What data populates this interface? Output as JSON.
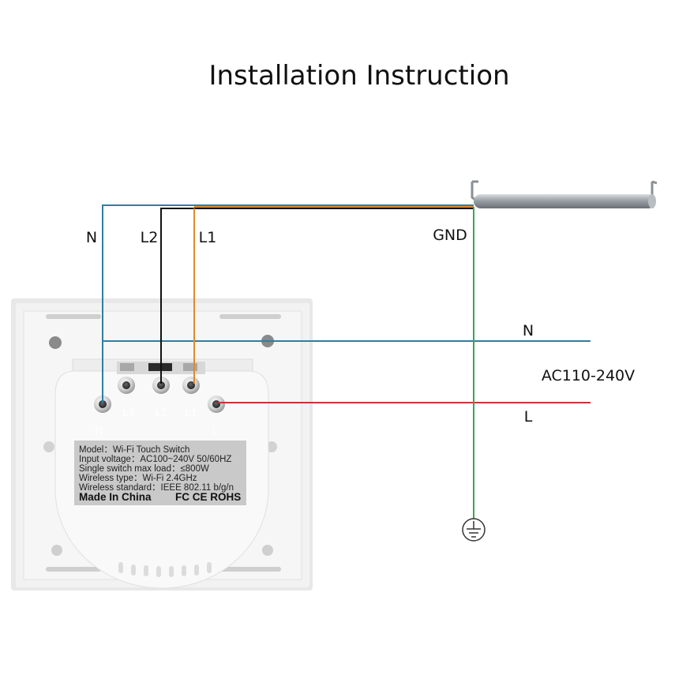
{
  "title": "Installation Instruction",
  "colors": {
    "neutral_wire": "#2e7fa5",
    "live_wire": "#c8323c",
    "l1_wire": "#e08a2a",
    "l2_wire": "#111111",
    "ground_wire": "#3fa35a",
    "switch_body": "#f2f2f2"
  },
  "top_labels": {
    "n": "N",
    "l2": "L2",
    "l1": "L1",
    "gnd": "GND"
  },
  "mains": {
    "n": "N",
    "voltage": "AC110-240V",
    "l": "L"
  },
  "terminals": {
    "l3": "L3",
    "l2": "L2",
    "l1": "L1",
    "n": "N",
    "l": "L"
  },
  "plate": {
    "line1": "Model：Wi-Fi Touch Switch",
    "line2": "Input voltage：AC100~240V  50/60HZ",
    "line3": "Single switch max load：≤800W",
    "line4": "Wireless type：Wi-Fi 2.4GHz",
    "line5": "Wireless standard：IEEE 802.11 b/g/n",
    "made_in": "Made In China",
    "certs": "FC CE ROHS"
  },
  "icons": {
    "ground": "ground-symbol-icon",
    "lamp": "lamp-tube-icon"
  }
}
